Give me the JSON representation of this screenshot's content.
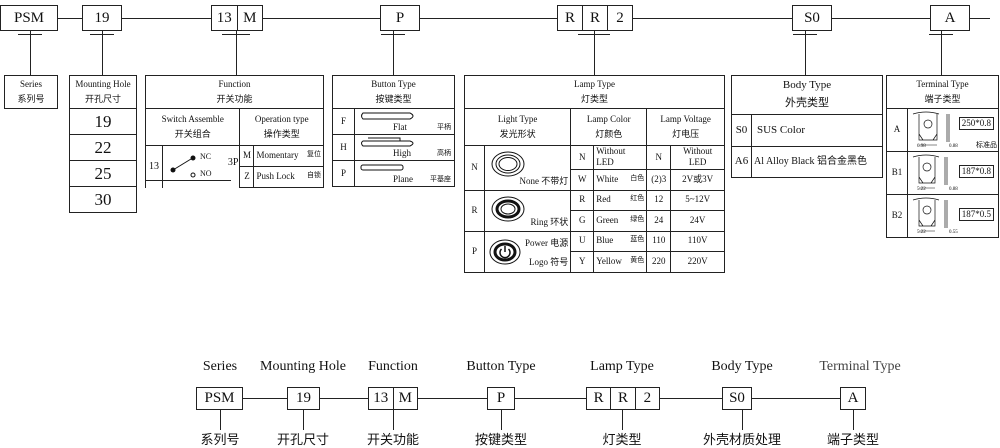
{
  "top_code": {
    "groups": [
      [
        "PSM"
      ],
      [
        "19"
      ],
      [
        "13",
        "M"
      ],
      [
        "P"
      ],
      [
        "R",
        "R",
        "2"
      ],
      [
        "S0"
      ],
      [
        "A"
      ]
    ]
  },
  "series": {
    "title": "Series",
    "title_cn": "系列号"
  },
  "mounting": {
    "title": "Mounting Hole",
    "title_cn": "开孔尺寸",
    "sizes": [
      "19",
      "22",
      "25",
      "30"
    ]
  },
  "function": {
    "title": "Function",
    "title_cn": "开关功能",
    "switch_title": "Switch  Assemble",
    "switch_title_cn": "开关组合",
    "switch_code": "13",
    "nc": "NC",
    "no": "NO",
    "poles": "3P",
    "op_title": "Operation type",
    "op_title_cn": "操作类型",
    "ops": [
      {
        "code": "M",
        "name": "Momentary",
        "cn": "复位"
      },
      {
        "code": "Z",
        "name": "Push Lock",
        "cn": "自锁"
      }
    ]
  },
  "button": {
    "title": "Button  Type",
    "title_cn": "按键类型",
    "rows": [
      {
        "code": "F",
        "name": "Flat",
        "cn": "平柄"
      },
      {
        "code": "H",
        "name": "High",
        "cn": "高柄"
      },
      {
        "code": "P",
        "name": "Plane",
        "cn": "平基座"
      }
    ]
  },
  "lamp": {
    "title": "Lamp  Type",
    "title_cn": "灯类型",
    "light_title": "Light Type",
    "light_title_cn": "发光形状",
    "color_title": "Lamp  Color",
    "color_title_cn": "灯颜色",
    "volt_title": "Lamp Voltage",
    "volt_title_cn": "灯电压",
    "light": [
      {
        "code": "N",
        "name": "None 不带灯"
      },
      {
        "code": "R",
        "name": "Ring  环状"
      },
      {
        "code": "P",
        "name": "Power 电源",
        "name2": "Logo  符号"
      }
    ],
    "colors": [
      {
        "code": "N",
        "name": "Without LED",
        "cn": ""
      },
      {
        "code": "W",
        "name": "White",
        "cn": "白色"
      },
      {
        "code": "R",
        "name": "Red",
        "cn": "红色"
      },
      {
        "code": "G",
        "name": "Green",
        "cn": "绿色"
      },
      {
        "code": "U",
        "name": "Blue",
        "cn": "蓝色"
      },
      {
        "code": "Y",
        "name": "Yellow",
        "cn": "黄色"
      }
    ],
    "volts": [
      {
        "code": "N",
        "value": "Without LED"
      },
      {
        "code": "(2)3",
        "value": "2V或3V"
      },
      {
        "code": "12",
        "value": "5~12V"
      },
      {
        "code": "24",
        "value": "24V"
      },
      {
        "code": "110",
        "value": "110V"
      },
      {
        "code": "220",
        "value": "220V"
      }
    ]
  },
  "body": {
    "title": "Body Type",
    "title_cn": "外壳类型",
    "rows": [
      {
        "code": "S0",
        "name": "SUS Color"
      },
      {
        "code": "A6",
        "name": "Al Alloy Black 铝合金黑色"
      }
    ]
  },
  "terminal": {
    "title": "Terminal Type",
    "title_cn": "端子类型",
    "rows": [
      {
        "code": "A",
        "size": "250*0.8",
        "w": "6.98",
        "t": "0.88",
        "note": "标准品"
      },
      {
        "code": "B1",
        "size": "187*0.8",
        "w": "5.22",
        "t": "0.88",
        "note": ""
      },
      {
        "code": "B2",
        "size": "187*0.5",
        "w": "5.22",
        "t": "0.55",
        "note": ""
      }
    ]
  },
  "bottom": {
    "labels": [
      "Series",
      "Mounting Hole",
      "Function",
      "Button  Type",
      "Lamp   Type",
      "Body Type",
      "Terminal Type"
    ],
    "labels_cn": [
      "系列号",
      "开孔尺寸",
      "开关功能",
      "按键类型",
      "灯类型",
      "外壳材质处理",
      "端子类型"
    ],
    "groups": [
      [
        "PSM"
      ],
      [
        "19"
      ],
      [
        "13",
        "M"
      ],
      [
        "P"
      ],
      [
        "R",
        "R",
        "2"
      ],
      [
        "S0"
      ],
      [
        "A"
      ]
    ]
  }
}
